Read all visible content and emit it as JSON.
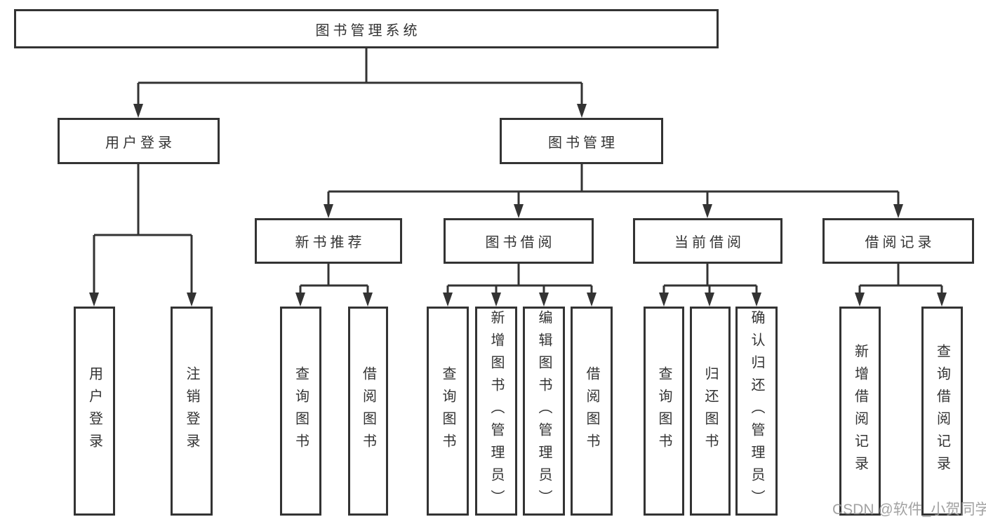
{
  "diagram_title": "图书管理系统",
  "tree": {
    "root": {
      "label": "图书管理系统"
    },
    "children": [
      {
        "label": "用户登录",
        "children": [
          {
            "label": "用户登录"
          },
          {
            "label": "注销登录"
          }
        ]
      },
      {
        "label": "图书管理",
        "children": [
          {
            "label": "新书推荐",
            "children": [
              {
                "label": "查询图书"
              },
              {
                "label": "借阅图书"
              }
            ]
          },
          {
            "label": "图书借阅",
            "children": [
              {
                "label": "查询图书"
              },
              {
                "label": "新增图书（管理员）"
              },
              {
                "label": "编辑图书（管理员）"
              },
              {
                "label": "借阅图书"
              }
            ]
          },
          {
            "label": "当前借阅",
            "children": [
              {
                "label": "查询图书"
              },
              {
                "label": "归还图书"
              },
              {
                "label": "确认归还（管理员）"
              }
            ]
          },
          {
            "label": "借阅记录",
            "children": [
              {
                "label": "新增借阅记录"
              },
              {
                "label": "查询借阅记录"
              }
            ]
          }
        ]
      }
    ]
  },
  "watermark": {
    "text": "CSDN @软件_小贺同学"
  },
  "colors": {
    "line": "#333333",
    "box_border": "#333333",
    "text": "#333333",
    "background": "#ffffff",
    "watermark": "#9b9b9b"
  }
}
